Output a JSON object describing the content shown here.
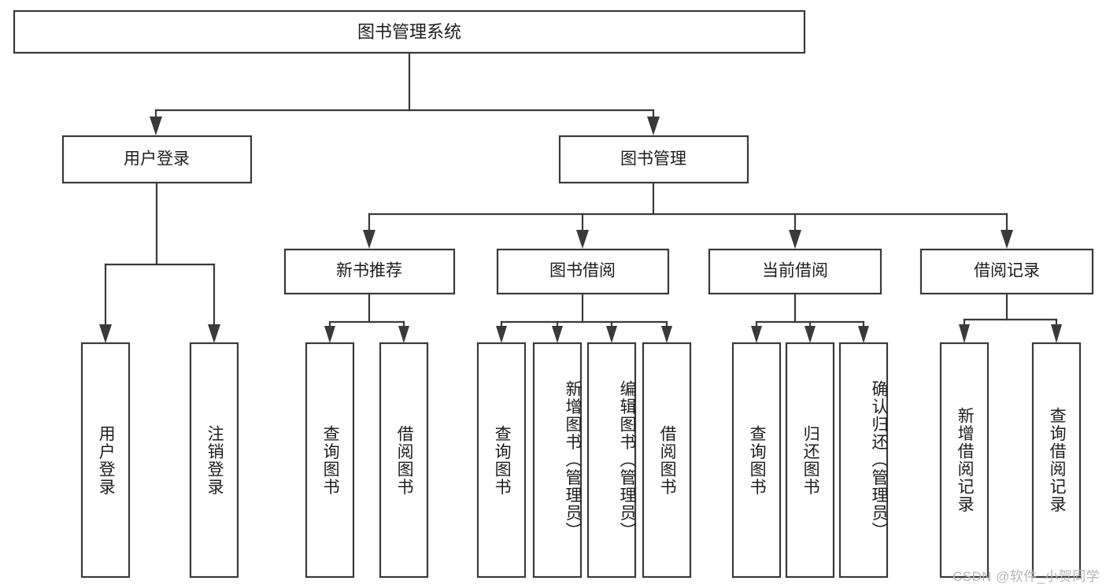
{
  "diagram": {
    "title": "图书管理系统",
    "type": "tree",
    "orientation": "top-down",
    "colors": {
      "background": "#ffffff",
      "box_stroke": "#3a3a3a",
      "box_fill": "#ffffff",
      "text": "#1d1d1d",
      "watermark": "#b6b6b6"
    },
    "levels": {
      "root": {
        "label": "图书管理系统"
      },
      "level2": [
        {
          "label": "用户登录"
        },
        {
          "label": "图书管理"
        }
      ],
      "level3": [
        {
          "label": "新书推荐"
        },
        {
          "label": "图书借阅"
        },
        {
          "label": "当前借阅"
        },
        {
          "label": "借阅记录"
        }
      ]
    },
    "leaves": {
      "user_login": [
        {
          "label": "用户登录"
        },
        {
          "label": "注销登录"
        }
      ],
      "new_book_recommend": [
        {
          "label": "查询图书"
        },
        {
          "label": "借阅图书"
        }
      ],
      "book_borrow": [
        {
          "label": "查询图书"
        },
        {
          "label": "新增图书（管理员）"
        },
        {
          "label": "编辑图书（管理员）"
        },
        {
          "label": "借阅图书"
        }
      ],
      "current_borrow": [
        {
          "label": "查询图书"
        },
        {
          "label": "归还图书"
        },
        {
          "label": "确认归还（管理员）"
        }
      ],
      "borrow_record": [
        {
          "label": "新增借阅记录"
        },
        {
          "label": "查询借阅记录"
        }
      ]
    },
    "watermark": "CSDN @软件_小贺同学"
  }
}
